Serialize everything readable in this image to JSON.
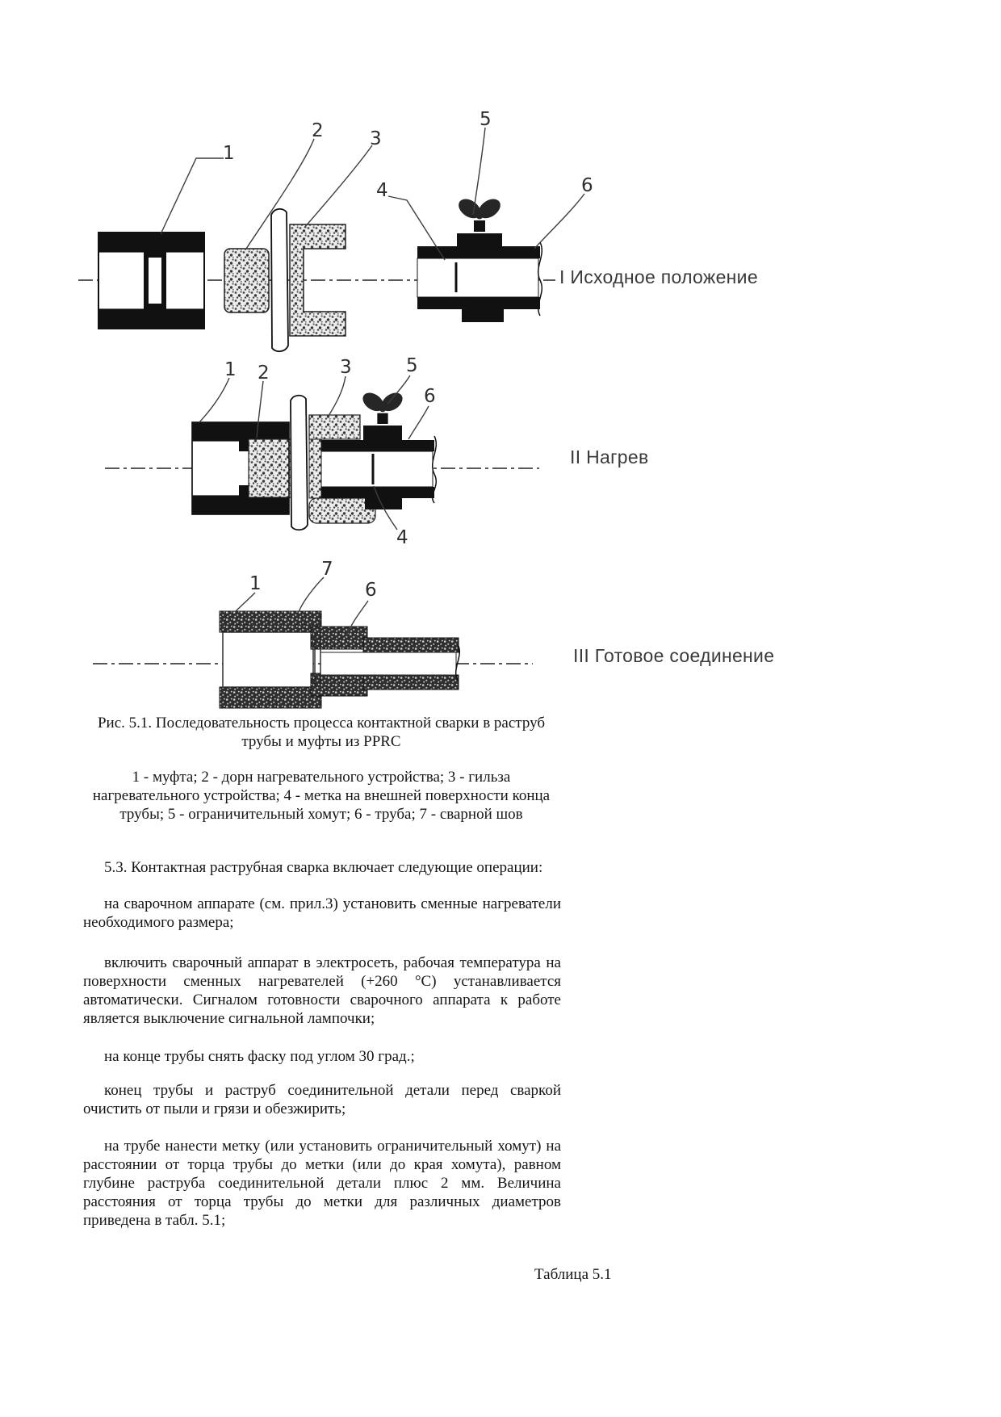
{
  "figure": {
    "stage1": {
      "label": "I Исходное положение",
      "callouts": [
        "1",
        "2",
        "3",
        "4",
        "5",
        "6"
      ]
    },
    "stage2": {
      "label": "II Нагрев",
      "callouts": [
        "1",
        "2",
        "3",
        "5",
        "6",
        "4"
      ]
    },
    "stage3": {
      "label": "III Готовое соединение",
      "callouts": [
        "1",
        "7",
        "6"
      ]
    }
  },
  "caption": {
    "line1": "Рис. 5.1. Последовательность процесса контактной сварки в раструб",
    "line2": "трубы и муфты из PPRC"
  },
  "legend": {
    "lines": [
      "1 - муфта; 2 - дорн нагревательного устройства; 3 - гильза",
      "нагревательного устройства; 4 - метка на внешней поверхности конца",
      "трубы; 5 - ограничительный хомут; 6 - труба; 7 - сварной шов"
    ]
  },
  "body": {
    "heading": "5.3. Контактная раструбная сварка включает следующие операции:",
    "paragraphs": [
      "на сварочном аппарате (см. прил.3) установить сменные нагреватели необходимого размера;",
      "включить сварочный аппарат в электросеть, рабочая температура на поверхности сменных нагревателей (+260 °С) устанавливается автоматически. Сигналом готовности сварочного аппарата к работе является выключение сигнальной лампочки;",
      "на конце трубы снять фаску под углом 30 град.;",
      "конец трубы и раструб соединительной детали перед сваркой очистить от пыли и грязи и обезжирить;",
      "на трубе нанести метку (или установить ограничительный хомут) на расстоянии от торца трубы до метки (или до края хомута), равном глубине раструба соединительной детали плюс 2 мм. Величина расстояния от торца трубы до метки для различных диаметров приведена в табл. 5.1;"
    ],
    "table_ref": "Таблица 5.1"
  },
  "colors": {
    "ink": "#151515",
    "drawing": "#111111",
    "label_gray": "#3a3a3a"
  }
}
